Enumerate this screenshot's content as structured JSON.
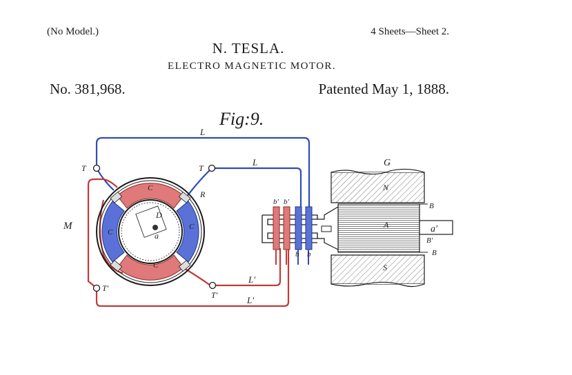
{
  "header": {
    "no_model": "(No Model.)",
    "sheets": "4 Sheets—Sheet 2.",
    "inventor": "N. TESLA.",
    "title": "ELECTRO MAGNETIC MOTOR.",
    "patent_no": "No. 381,968.",
    "patent_date": "Patented May 1, 1888."
  },
  "figure": {
    "label": "Fig:9.",
    "labels": {
      "L_top": "L",
      "L_mid": "L",
      "L_prime_1": "L'",
      "L_prime_2": "L'",
      "T_upper_left": "T",
      "T_upper_right": "T",
      "T_prime_lower_left": "T'",
      "T_prime_lower_right": "T'",
      "M": "M",
      "R": "R",
      "D": "D",
      "a": "a",
      "C_top": "C",
      "C_left": "C",
      "C_right": "C",
      "C_bottom": "C",
      "G": "G",
      "N": "N",
      "S": "S",
      "A": "A",
      "a_prime": "a'",
      "B_top": "B",
      "B_prime": "B'",
      "B_bottom": "B",
      "b_prime_1": "b'",
      "b_prime_2": "b'",
      "b_1": "b",
      "b_2": "b"
    }
  },
  "colors": {
    "red_circuit": "#c23a3a",
    "blue_circuit": "#2f4bb8",
    "red_fill": "#e07a7a",
    "blue_fill": "#5a72d8",
    "ink": "#1a1a1a"
  }
}
